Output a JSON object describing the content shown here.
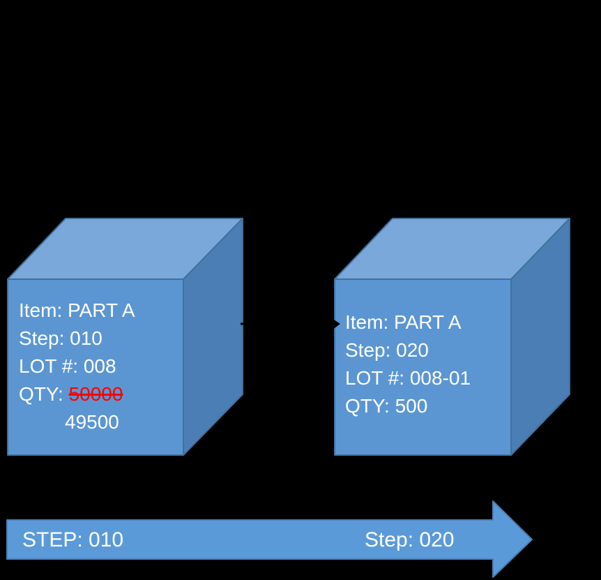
{
  "canvas": {
    "background": "#000000"
  },
  "colors": {
    "cube_top": "#7BA8DB",
    "cube_front": "#5B96D2",
    "cube_side": "#4A7EB5",
    "cube_edge": "#41719C",
    "arrow_fill": "#5B9AD8",
    "arrow_edge": "#4A7EB5",
    "label_text": "#FFFFFF",
    "qty_old_text": "#FF0000",
    "connector": "#000000"
  },
  "cubes": [
    {
      "id": "lot-008-step-010",
      "item": "Item: PART A",
      "step": "Step: 010",
      "lot": "LOT #: 008",
      "qty_label": "QTY: ",
      "qty_old": "50000",
      "qty_new": "49500"
    },
    {
      "id": "lot-008-01-step-020",
      "item": "Item: PART A",
      "step": "Step: 020",
      "lot": "LOT #: 008-01",
      "qty": "QTY: 500"
    }
  ],
  "process_arrow": {
    "left_label": "STEP: 010",
    "right_label": "Step: 020"
  }
}
